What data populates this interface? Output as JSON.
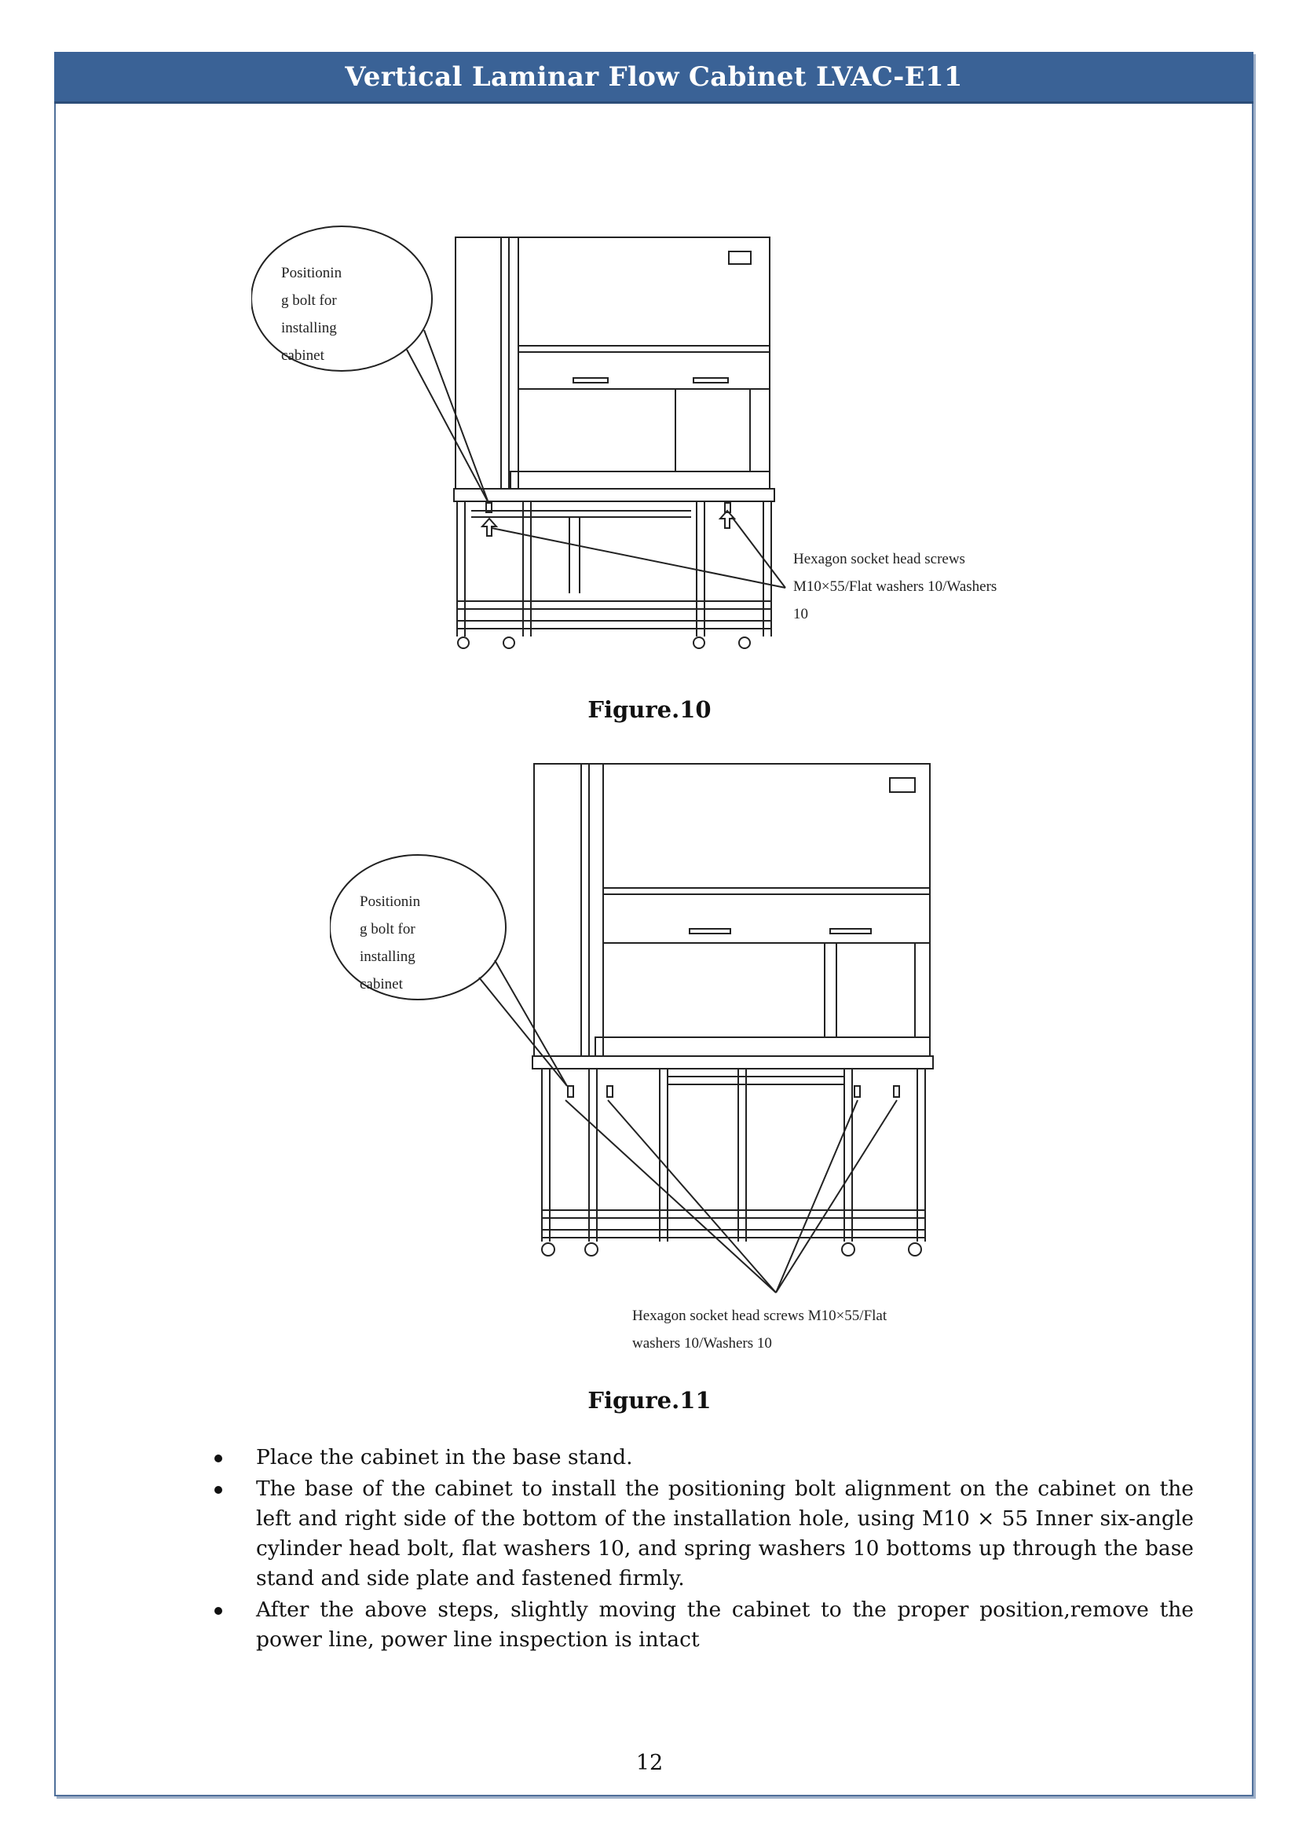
{
  "header": {
    "title": "Vertical Laminar Flow Cabinet LVAC-E11"
  },
  "figure10": {
    "caption": "Figure.10",
    "callout": [
      "Positionin",
      "g bolt for",
      "installing",
      "cabinet"
    ],
    "note": [
      "Hexagon socket head screws",
      "M10×55/Flat washers 10/Washers",
      "10"
    ]
  },
  "figure11": {
    "caption": "Figure.11",
    "callout": [
      "Positionin",
      "g bolt for",
      "installing",
      "cabinet"
    ],
    "note": [
      "Hexagon socket head screws M10×55/Flat",
      "washers 10/Washers 10"
    ]
  },
  "body": {
    "bullets": [
      "Place the cabinet in the base stand.",
      "The base of the cabinet to install the positioning bolt alignment on the cabinet on the left and right side of the bottom of the installation hole, using M10 × 55 Inner six-angle cylinder head bolt, flat washers 10, and spring washers 10 bottoms up through the base stand and side plate and fastened firmly.",
      "After the above steps, slightly moving the cabinet to the proper position,remove the power line, power line inspection is intact"
    ]
  },
  "footer": {
    "page_number": "12"
  }
}
